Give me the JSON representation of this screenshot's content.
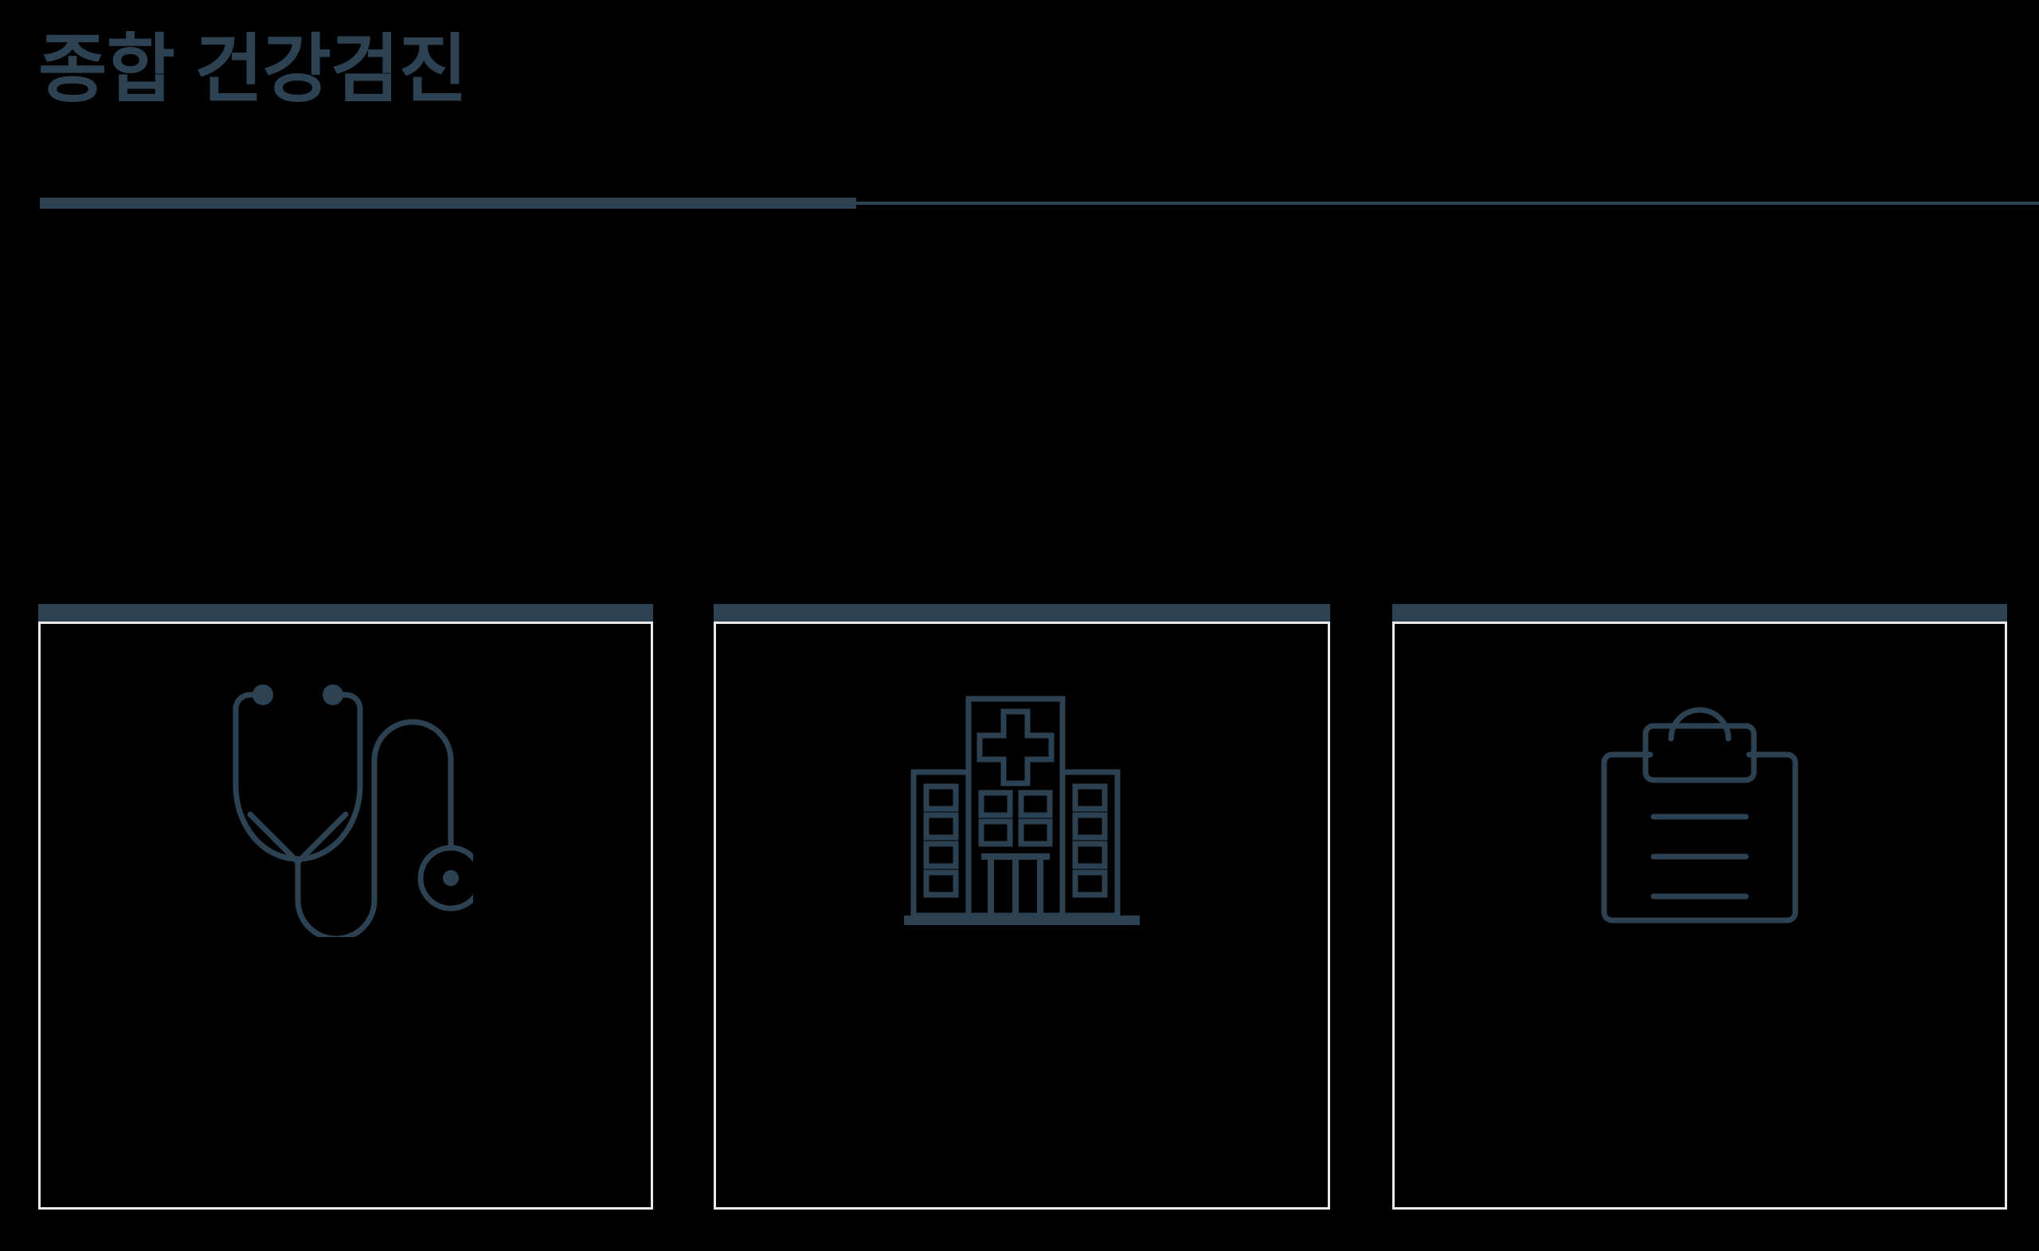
{
  "page": {
    "background_color": "#000000",
    "accent_color": "#2c4252",
    "card_border_color": "#e9e9e9"
  },
  "header": {
    "title": "종합 건강검진",
    "title_color": "#2c4252",
    "divider": {
      "accent_color": "#2c4252",
      "rule_color": "#2c4252"
    }
  },
  "cards": [
    {
      "id": "card-1",
      "icon_name": "stethoscope-icon",
      "accent_color": "#2c4252",
      "border_color": "#e9e9e9"
    },
    {
      "id": "card-2",
      "icon_name": "hospital-building-icon",
      "accent_color": "#2c4252",
      "border_color": "#e9e9e9"
    },
    {
      "id": "card-3",
      "icon_name": "clipboard-icon",
      "accent_color": "#2c4252",
      "border_color": "#e9e9e9"
    }
  ]
}
